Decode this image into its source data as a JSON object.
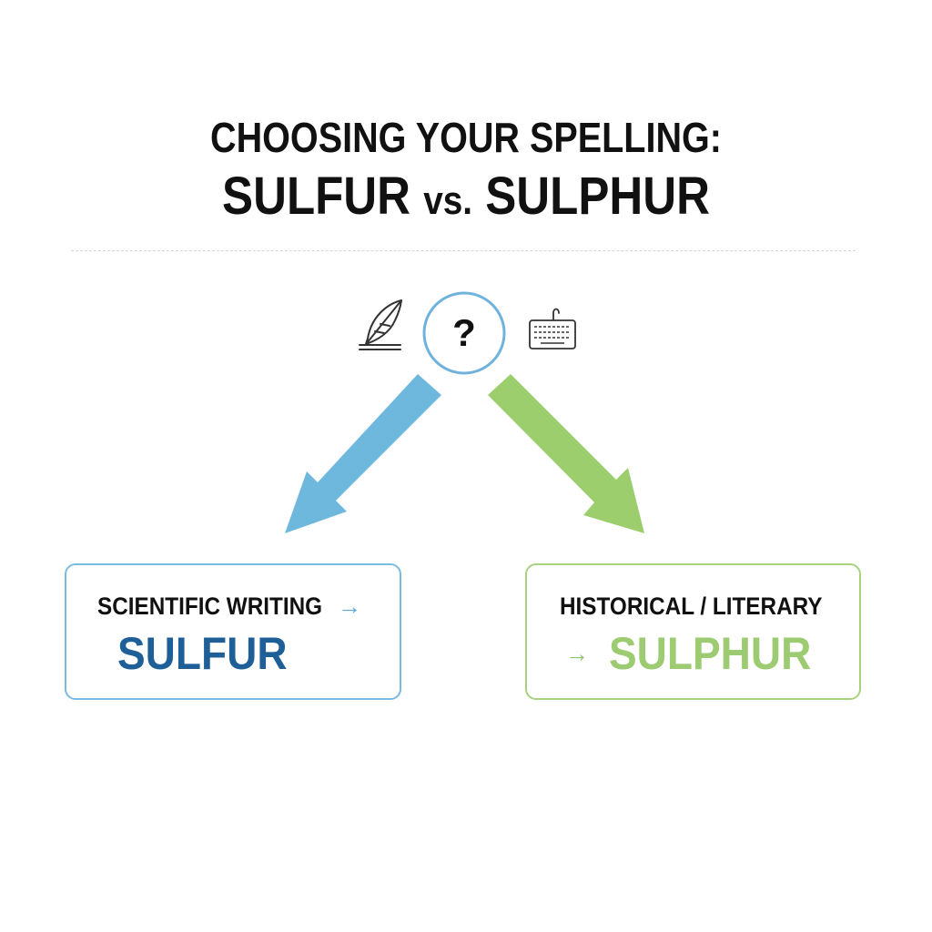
{
  "title": {
    "line1": "CHOOSING YOUR SPELLING:",
    "line2_left": "SULFUR",
    "line2_vs": "vs.",
    "line2_right": "SULPHUR"
  },
  "center": {
    "symbol": "?",
    "left_icon": "quill-pen-icon",
    "right_icon": "keyboard-icon"
  },
  "choices": [
    {
      "label": "SCIENTIFIC WRITING",
      "arrow": "→",
      "word": "SULFUR",
      "border_color": "#7bbbe0",
      "word_color": "#1f5f97"
    },
    {
      "label": "HISTORICAL / LITERARY",
      "arrow": "→",
      "word": "SULPHUR",
      "border_color": "#a7d37f",
      "word_color": "#9ccb72"
    }
  ],
  "colors": {
    "blue_arrow": "#6fb8dd",
    "green_arrow": "#9cce6e",
    "circle_border": "#6fb3dc",
    "text": "#111111"
  }
}
